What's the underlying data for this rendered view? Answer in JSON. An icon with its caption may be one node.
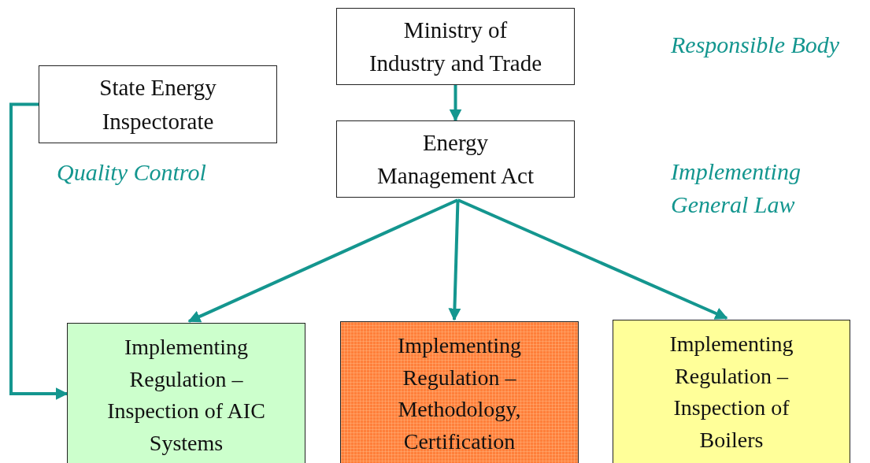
{
  "diagram": {
    "nodes": [
      {
        "text": [
          "Ministry of Industry and Trade"
        ]
      },
      {
        "text": [
          "State Energy Inspectorate"
        ]
      },
      {
        "text": [
          "Energy Management Act"
        ]
      },
      {
        "text": [
          "Implementing Regulation – Inspection of AIC Systems"
        ]
      },
      {
        "text": [
          "Implementing Regulation – Methodology, Certification"
        ]
      },
      {
        "text": [
          "Implementing Regulation – Inspection of Boilers"
        ]
      }
    ],
    "edges": [
      {
        "from": 0,
        "to": 2,
        "arrow": "to"
      },
      {
        "from": 2,
        "to": 3,
        "arrow": "to"
      },
      {
        "from": 2,
        "to": 4,
        "arrow": "to"
      },
      {
        "from": 2,
        "to": 5,
        "arrow": "to"
      },
      {
        "from": 1,
        "to": 3,
        "arrow": "to"
      }
    ],
    "labels": [
      "Responsible Body",
      "Quality Control",
      "Implementing General Law"
    ]
  }
}
